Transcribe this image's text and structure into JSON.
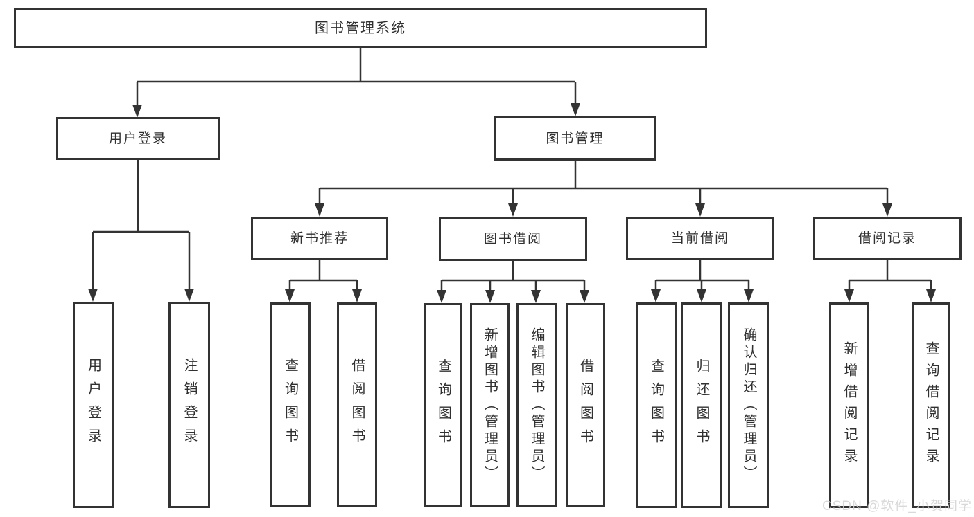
{
  "diagram_title": "图书管理系统",
  "colors": {
    "line": "#333333",
    "box_border": "#333333",
    "text": "#303030",
    "background": "#ffffff",
    "watermark": "#d2d2d2"
  },
  "nodes": {
    "root": "图书管理系统",
    "user_login": "用户登录",
    "book_management": "图书管理",
    "new_book_rec": "新书推荐",
    "book_borrow": "图书借阅",
    "current_borrow": "当前借阅",
    "borrow_records": "借阅记录",
    "leaf_user_login": "用户登录",
    "leaf_logout": "注销登录",
    "leaf_rec_query_books": "查询图书",
    "leaf_rec_borrow_books": "借阅图书",
    "leaf_bb_query_books": "查询图书",
    "leaf_bb_add_books": "新增图书（管理员）",
    "leaf_bb_edit_books": "编辑图书（管理员）",
    "leaf_bb_borrow_books": "借阅图书",
    "leaf_cb_query_books": "查询图书",
    "leaf_cb_return_books": "归还图书",
    "leaf_cb_confirm_return": "确认归还（管理员）",
    "leaf_br_add_record": "新增借阅记录",
    "leaf_br_query_record": "查询借阅记录"
  },
  "watermark": "CSDN @软件_小贺同学"
}
